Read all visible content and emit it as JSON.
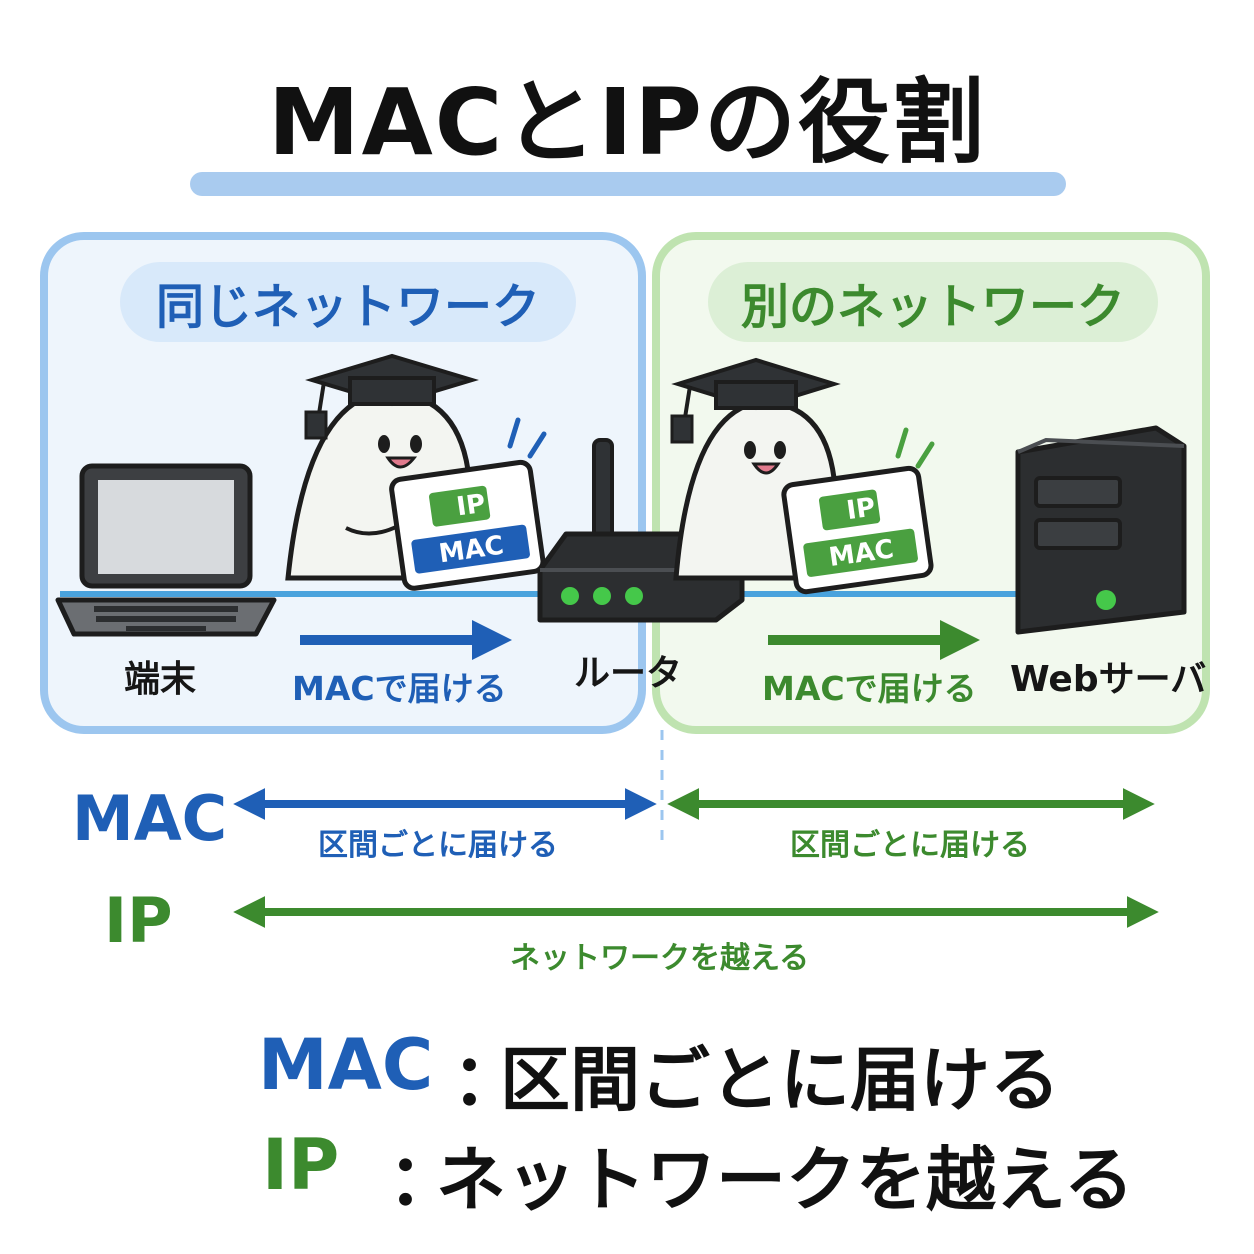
{
  "title": "MACとIPの役割",
  "zones": {
    "same": {
      "label": "同じネットワーク"
    },
    "other": {
      "label": "別のネットワーク"
    }
  },
  "devices": {
    "terminal": "端末",
    "router": "ルータ",
    "server": "Webサーバ"
  },
  "card": {
    "ip": "IP",
    "mac": "MAC"
  },
  "flows": {
    "left": "MACで届ける",
    "right": "MACで届ける"
  },
  "rows": {
    "mac": {
      "label": "MAC",
      "left": "区間ごとに届ける",
      "right": "区間ごとに届ける"
    },
    "ip": {
      "label": "IP",
      "span": "ネットワークを越える"
    }
  },
  "summary": {
    "mac": {
      "key": "MAC",
      "colon": "：",
      "value": "区間ごとに届ける"
    },
    "ip": {
      "key": "IP",
      "colon": "：",
      "value": "ネットワークを越える"
    }
  },
  "colors": {
    "blue": "#1f5fb6",
    "green": "#3c8a2e",
    "blue_zone": "#eef5fc",
    "green_zone": "#f2f9ee"
  }
}
